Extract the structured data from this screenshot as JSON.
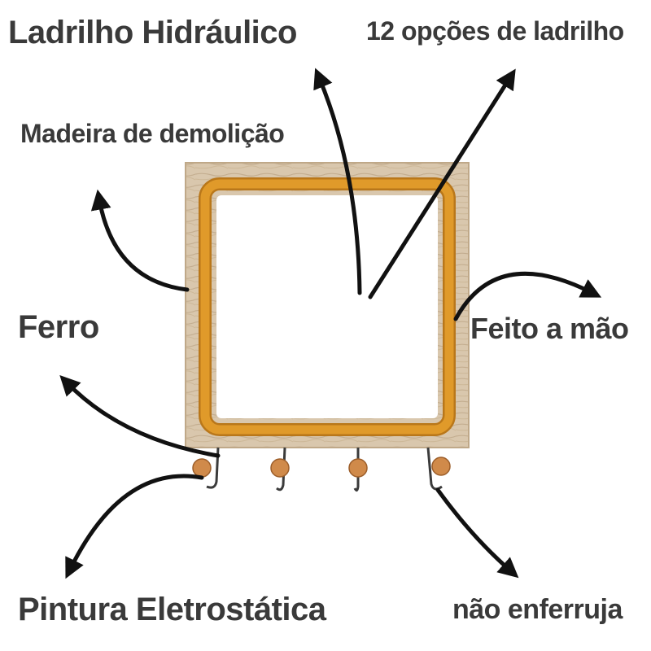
{
  "labels": {
    "ladrilho": "Ladrilho Hidráulico",
    "opcoes": "12 opções de ladrilho",
    "madeira": "Madeira de demolição",
    "ferro": "Ferro",
    "feito": "Feito a mão",
    "pintura": "Pintura Eletrostática",
    "nao_enferruja": "não enferruja"
  },
  "colors": {
    "text": "#3a3a3a",
    "arrow": "#111111",
    "wood": "#d9c7ad",
    "wood_grain": "#c4ae90",
    "tile_frame": "#e09a2a",
    "tile_frame_dark": "#b9771a",
    "iron": "#3b3b3b",
    "knob": "#d08a4a"
  },
  "icons": [
    "arrow-icon",
    "hook-icon",
    "knob-icon"
  ]
}
